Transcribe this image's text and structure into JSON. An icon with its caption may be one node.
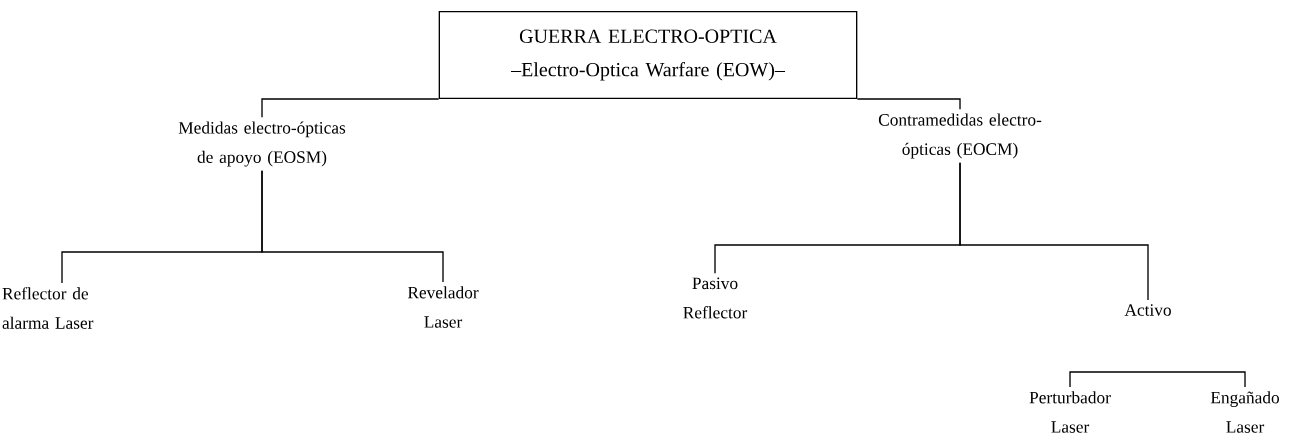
{
  "diagram": {
    "nodes": [
      {
        "text": [
          "GUERRA ELECTRO-OPTICA",
          "–Electro-Optica Warfare (EOW)–"
        ]
      },
      {
        "text": [
          "Medidas electro-ópticas de apoyo (EOSM)"
        ]
      },
      {
        "text": [
          "Contramedidas electro-ópticas (EOCM)"
        ]
      },
      {
        "text": [
          "Reflector de alarma Laser"
        ]
      },
      {
        "text": [
          "Revelador Laser"
        ]
      },
      {
        "text": [
          "Pasivo Reflector"
        ]
      },
      {
        "text": [
          "Activo"
        ]
      },
      {
        "text": [
          "Perturbador Laser"
        ]
      },
      {
        "text": [
          "Engañado Laser"
        ]
      }
    ],
    "edges": [
      {
        "from": 0,
        "to": 1,
        "arrow": "none"
      },
      {
        "from": 0,
        "to": 2,
        "arrow": "none"
      },
      {
        "from": 1,
        "to": 3,
        "arrow": "none"
      },
      {
        "from": 1,
        "to": 4,
        "arrow": "none"
      },
      {
        "from": 2,
        "to": 5,
        "arrow": "none"
      },
      {
        "from": 2,
        "to": 6,
        "arrow": "none"
      },
      {
        "from": 7,
        "to": 8,
        "arrow": "none"
      }
    ]
  }
}
